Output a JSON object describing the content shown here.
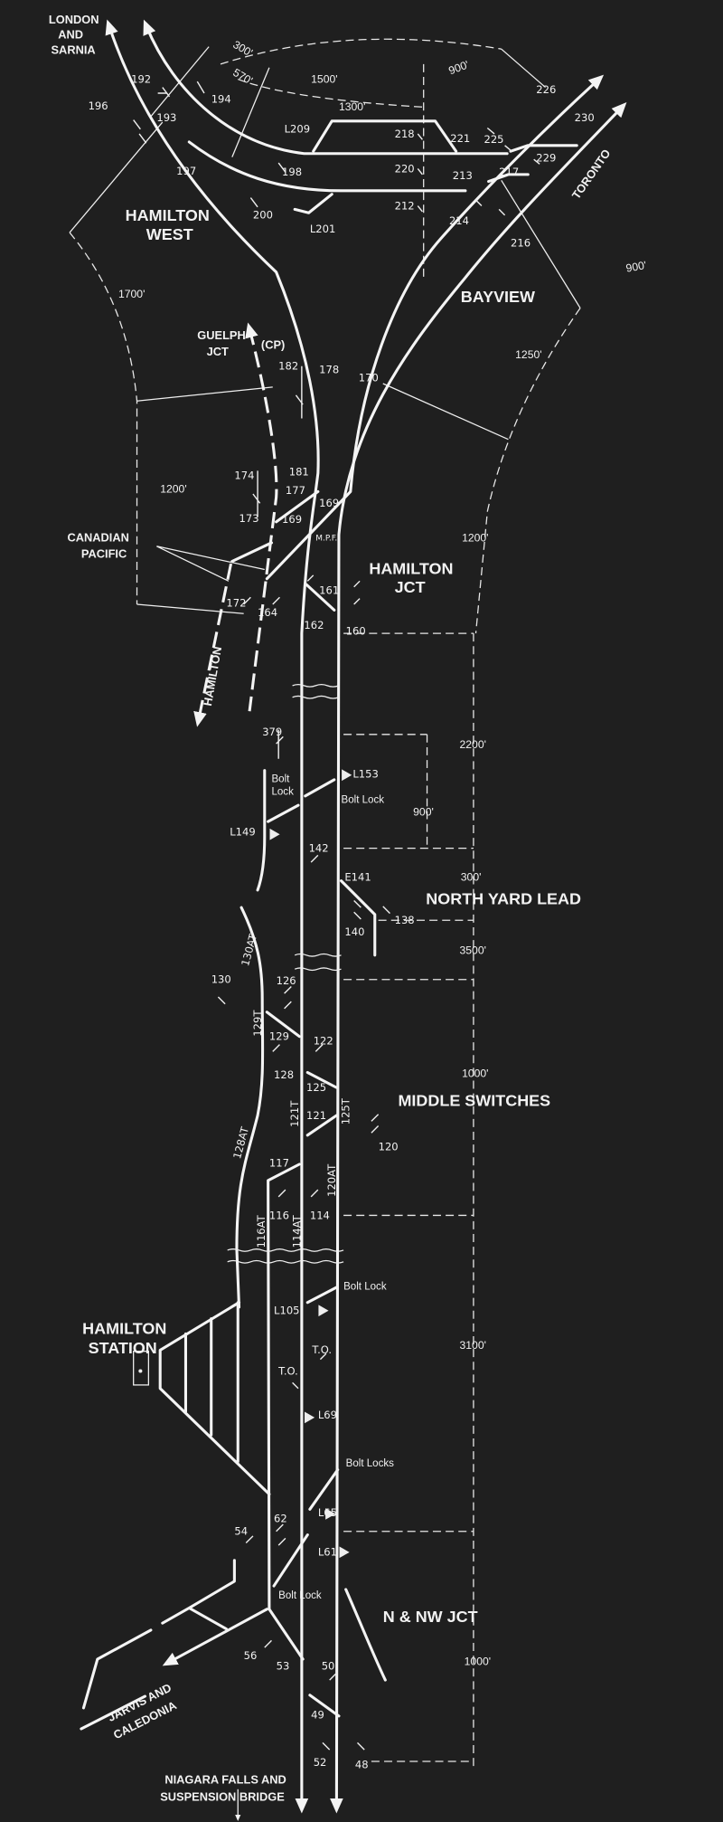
{
  "places": {
    "london_sarnia": [
      "LONDON",
      "AND",
      "SARNIA"
    ],
    "hamilton_west": [
      "HAMILTON",
      "WEST"
    ],
    "bayview": "BAYVIEW",
    "guelph_jct": [
      "GUELPH",
      "JCT"
    ],
    "cp": "(CP)",
    "canadian_pacific": [
      "CANADIAN",
      "PACIFIC"
    ],
    "hamilton_jct": [
      "HAMILTON",
      "JCT"
    ],
    "north_yard_lead": "NORTH YARD LEAD",
    "middle_switches": "MIDDLE SWITCHES",
    "hamilton_station": [
      "HAMILTON",
      "STATION"
    ],
    "n_nw_jct": "N & NW JCT",
    "toronto": "TORONTO",
    "hamilton_cp": "HAMILTON",
    "jarvis_caledonia": [
      "JARVIS AND",
      "CALEDONIA"
    ],
    "niagara": [
      "NIAGARA FALLS AND",
      "SUSPENSION BRIDGE"
    ]
  },
  "signals": [
    "192",
    "193",
    "194",
    "196",
    "197",
    "198",
    "200",
    "L209",
    "L201",
    "218",
    "221",
    "220",
    "213",
    "212",
    "214",
    "217",
    "225",
    "226",
    "229",
    "230",
    "216",
    "182",
    "178",
    "170",
    "181",
    "174",
    "177",
    "169",
    "173",
    "169",
    "M.P.F.",
    "161",
    "172",
    "164",
    "162",
    "160",
    "379",
    "L153",
    "L149",
    "142",
    "E141",
    "138",
    "140",
    "130",
    "126",
    "129",
    "122",
    "128",
    "125",
    "121",
    "120",
    "117",
    "116",
    "114",
    "L105",
    "T.O.",
    "T.O.",
    "L69",
    "L65",
    "62",
    "54",
    "L61",
    "56",
    "53",
    "50",
    "49",
    "52",
    "48"
  ],
  "track_circuits": [
    "130AT",
    "129T",
    "128AT",
    "121T",
    "125T",
    "120AT",
    "116AT",
    "114AT"
  ],
  "dimensions": [
    "300'",
    "570'",
    "1500'",
    "900'",
    "1300'",
    "900'",
    "1700'",
    "1250'",
    "1200'",
    "1200'",
    "2200'",
    "900'",
    "300'",
    "3500'",
    "1000'",
    "3100'",
    "1000'"
  ],
  "notes": {
    "bolt_lock_left": [
      "Bolt",
      "Lock"
    ],
    "bolt_lock_l153": "Bolt Lock",
    "bolt_lock_l105": "Bolt Lock",
    "bolt_locks": "Bolt Locks",
    "bolt_lock_bottom": "Bolt Lock"
  }
}
